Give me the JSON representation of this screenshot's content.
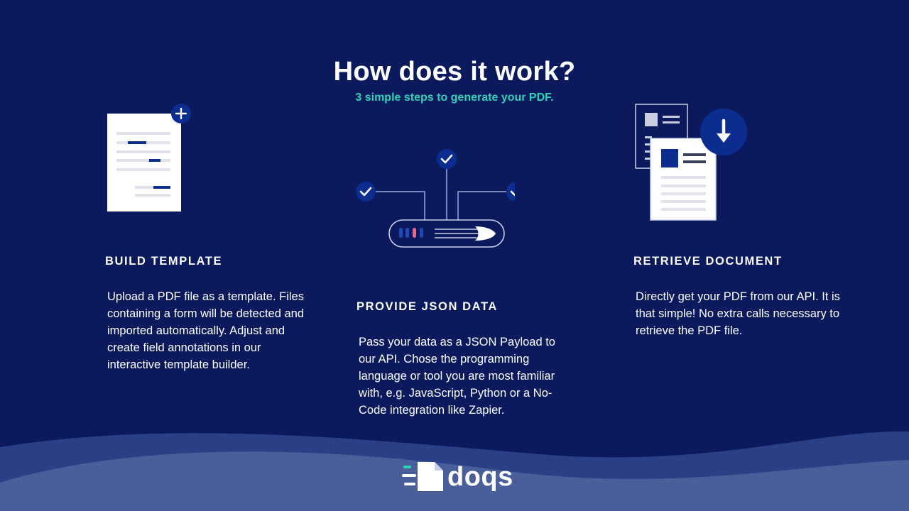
{
  "colors": {
    "background": "#0a1a5c",
    "accent": "#2ed3b7",
    "icon_blue": "#0d2c8f",
    "highlight_pink": "#f0648c",
    "wave_dark": "#2b3f86",
    "wave_light": "#4a5f99"
  },
  "header": {
    "title": "How does it work?",
    "subtitle": "3 simple steps to generate your PDF."
  },
  "steps": [
    {
      "icon": "document-plus-icon",
      "heading": "BUILD TEMPLATE",
      "text": "Upload a PDF file as a template. Files containing a form will be detected and imported automatically. Adjust and create field annotations in our interactive template builder."
    },
    {
      "icon": "api-connection-icon",
      "heading": "PROVIDE JSON DATA",
      "text": "Pass your data as a JSON Payload to our API. Chose the programming language or tool you are most familiar with, e.g. JavaScript, Python or a No-Code integration like Zapier."
    },
    {
      "icon": "document-download-icon",
      "heading": "RETRIEVE DOCUMENT",
      "text": "Directly get your PDF from our API. It is that simple! No extra calls necessary to retrieve the PDF file."
    }
  ],
  "footer": {
    "logo_icon": "doqs-logo-icon",
    "logo_text": "doqs"
  }
}
